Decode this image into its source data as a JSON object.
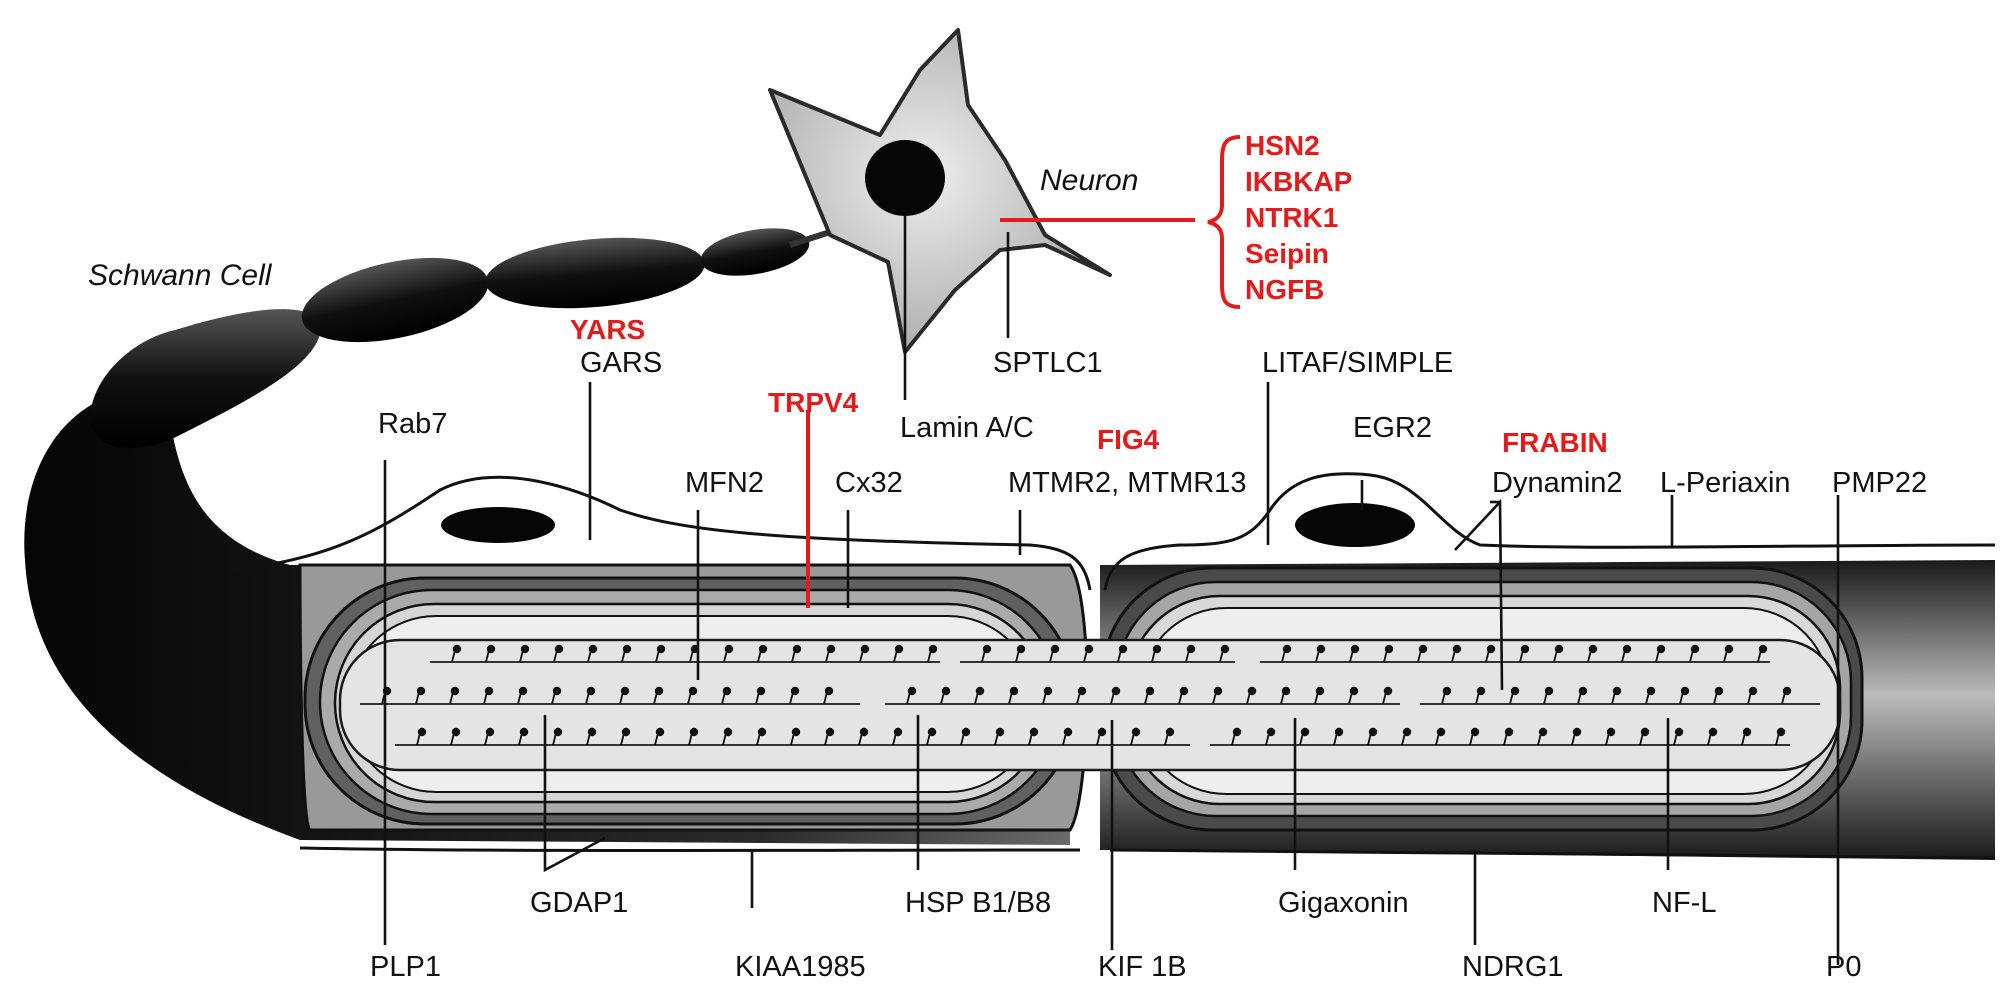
{
  "colors": {
    "label": "#111111",
    "highlight": "#e31b1b",
    "cell_dark": "#151515",
    "neuron_fill": "#d2d2d2",
    "axon_fill": "#dcdcdc",
    "background": "#ffffff"
  },
  "cells": {
    "schwann": "Schwann Cell",
    "neuron": "Neuron"
  },
  "neuron_genes": [
    "HSN2",
    "IKBKAP",
    "NTRK1",
    "Seipin",
    "NGFB"
  ],
  "labels": {
    "yars": "YARS",
    "gars": "GARS",
    "trpv4": "TRPV4",
    "lamin": "Lamin A/C",
    "sptlc1": "SPTLC1",
    "litaf": "LITAF/SIMPLE",
    "rab7": "Rab7",
    "mfn2": "MFN2",
    "cx32": "Cx32",
    "fig4": "FIG4",
    "mtmr": "MTMR2, MTMR13",
    "egr2": "EGR2",
    "frabin": "FRABIN",
    "dynamin2": "Dynamin2",
    "lperiaxin": "L-Periaxin",
    "pmp22": "PMP22",
    "gdap1": "GDAP1",
    "hspb": "HSP B1/B8",
    "gigaxonin": "Gigaxonin",
    "nfl": "NF-L",
    "plp1": "PLP1",
    "kiaa": "KIAA1985",
    "kif1b": "KIF 1B",
    "ndrg1": "NDRG1",
    "p0": "P0"
  }
}
